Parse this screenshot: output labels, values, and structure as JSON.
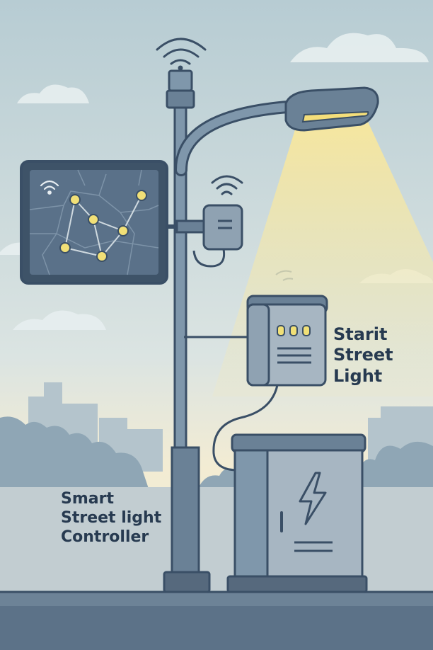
{
  "labels": {
    "right": [
      "Starit",
      "Street",
      "Light"
    ],
    "left": [
      "Smart",
      "Street light",
      "Controller"
    ]
  },
  "colors": {
    "sky_top": "#b9cdd3",
    "sky_bottom": "#f3ecd2",
    "outline": "#3a4f66",
    "pole": "#7f97ab",
    "light_glow": "#f7e9a6",
    "node": "#f1e077",
    "panel_screen": "#5a7189",
    "cabinet": "#8fa2b2",
    "text": "#273a50"
  },
  "icons": [
    "wifi-icon",
    "lightning-bolt-icon"
  ]
}
